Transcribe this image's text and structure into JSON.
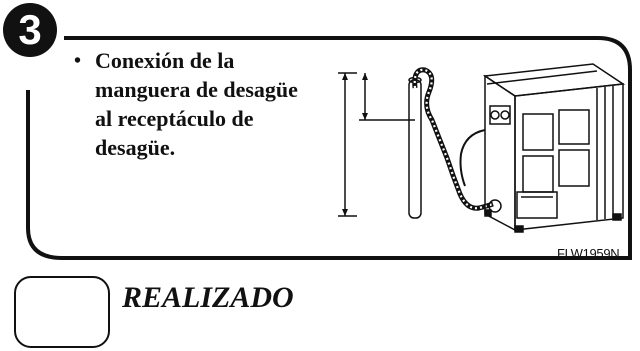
{
  "step": {
    "number": "3"
  },
  "instruction": {
    "bullet": "•",
    "text": "Conexión de la manguera de desagüe al receptáculo de desagüe."
  },
  "figure": {
    "code": "FLW1959N",
    "subject": "washer-with-drain-hose-in-standpipe"
  },
  "checkbox": {
    "label": "REALIZADO",
    "checked": false
  }
}
